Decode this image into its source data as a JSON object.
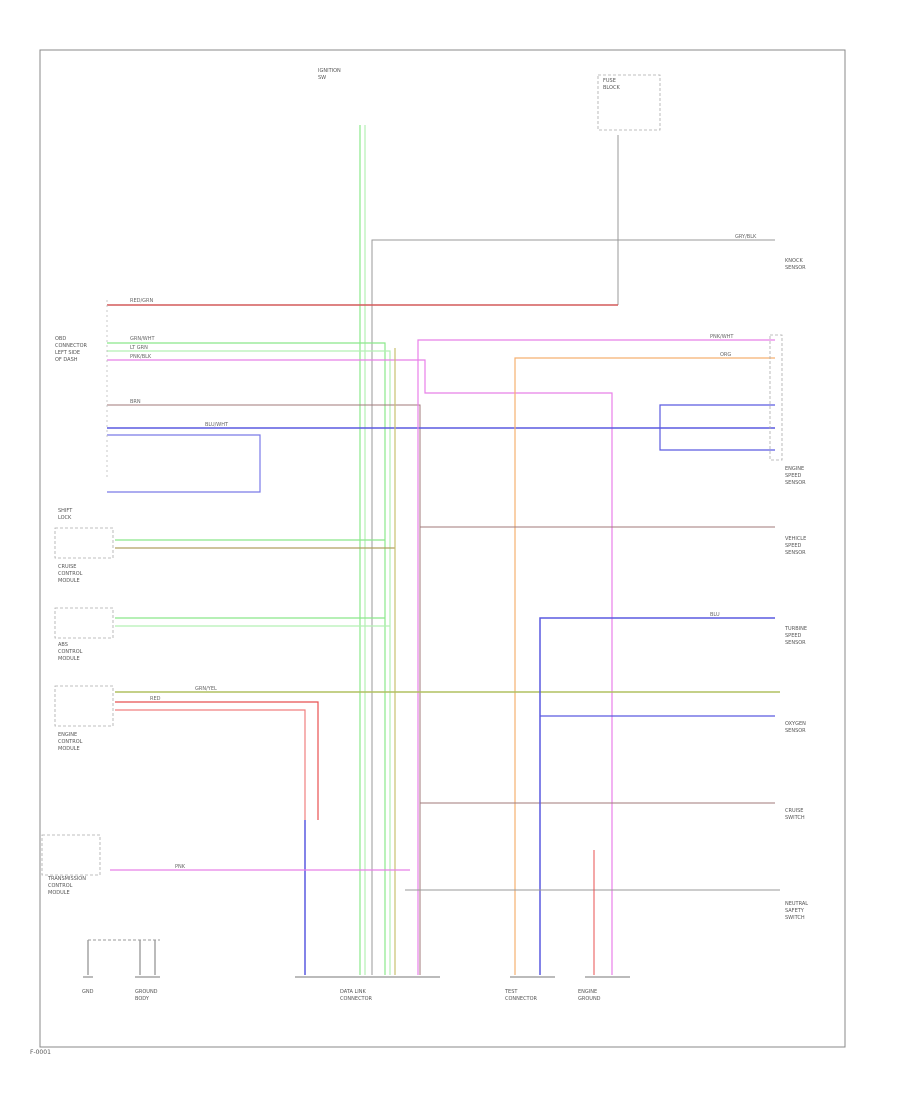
{
  "footer": {
    "code": "F-0001"
  },
  "components": {
    "ignition_top": [
      "IGNITION",
      "SW"
    ],
    "fuse_top_right": [
      "FUSE",
      "BLOCK"
    ],
    "left_main": [
      "OBD",
      "CONNECTOR",
      "LEFT SIDE",
      "OF DASH"
    ],
    "left_box1": [
      "SHIFT",
      "LOCK"
    ],
    "left_box2": [
      "CRUISE",
      "CONTROL",
      "MODULE"
    ],
    "left_box3": [
      "ABS",
      "CONTROL",
      "MODULE"
    ],
    "left_box4": [
      "ENGINE",
      "CONTROL",
      "MODULE"
    ],
    "left_box5": [
      "TRANSMISSION",
      "CONTROL",
      "MODULE"
    ],
    "right1": [
      "KNOCK",
      "SENSOR"
    ],
    "right2": [
      "ENGINE",
      "SPEED",
      "SENSOR"
    ],
    "right3": [
      "VEHICLE",
      "SPEED",
      "SENSOR"
    ],
    "right4": [
      "TURBINE",
      "SPEED",
      "SENSOR"
    ],
    "right5": [
      "OXYGEN",
      "SENSOR"
    ],
    "right6": [
      "CRUISE",
      "SWITCH"
    ],
    "right7": [
      "NEUTRAL",
      "SAFETY",
      "SWITCH"
    ],
    "bottom_left": [
      "GND"
    ],
    "bottom_ground": [
      "GROUND",
      "BODY"
    ],
    "bottom_center": [
      "DATA LINK",
      "CONNECTOR"
    ],
    "bottom_mid": [
      "TEST",
      "CONNECTOR"
    ],
    "bottom_right": [
      "ENGINE",
      "GROUND"
    ]
  },
  "wires": {
    "top_gray": "GRY/BLK",
    "red_main": "RED/GRN",
    "green1": "GRN/WHT",
    "green2": "LT GRN",
    "pink1": "PNK/BLK",
    "blue_main": "BLU/WHT",
    "brown_main": "BRN",
    "pink_right": "PNK/WHT",
    "orange_right": "ORG",
    "green_yel": "GRN/YEL",
    "red_bot": "RED",
    "blue_bot": "BLU",
    "pink_bot": "PNK"
  }
}
